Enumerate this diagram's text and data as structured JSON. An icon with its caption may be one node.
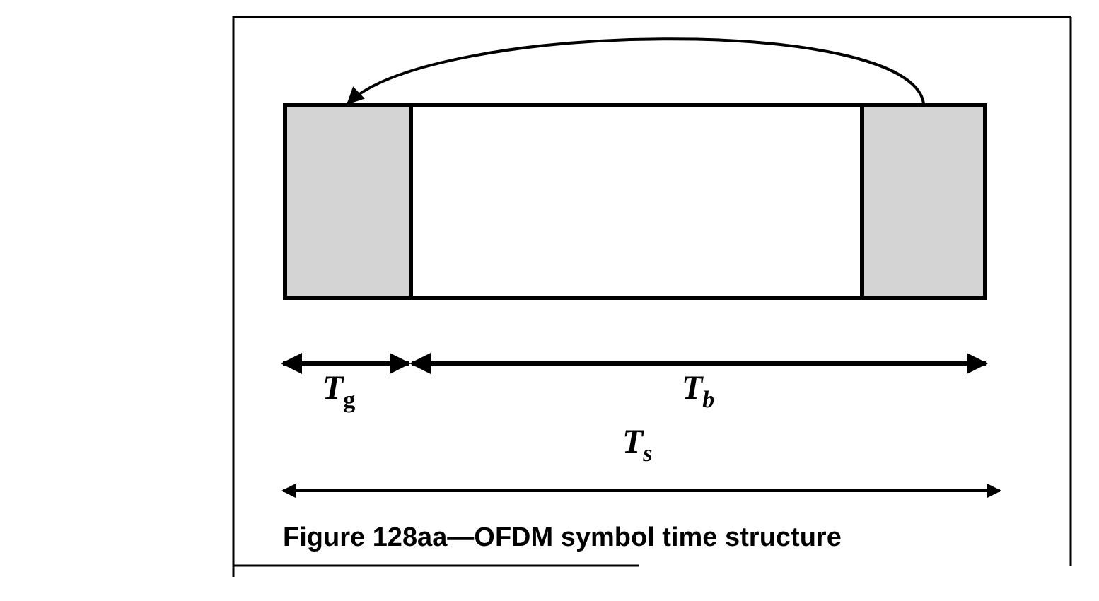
{
  "diagram": {
    "caption": "Figure 128aa—OFDM symbol time structure",
    "nodes": [
      {
        "text": [],
        "shape": "box"
      },
      {
        "text": [],
        "shape": "box"
      },
      {
        "text": [],
        "shape": "box"
      }
    ],
    "edges": [
      {
        "from": 2,
        "to": 0,
        "arrow": "to"
      }
    ],
    "labels": [
      "*T*$_{g}$",
      "*T$_{b}$*",
      "*T$_{s}$*"
    ]
  }
}
